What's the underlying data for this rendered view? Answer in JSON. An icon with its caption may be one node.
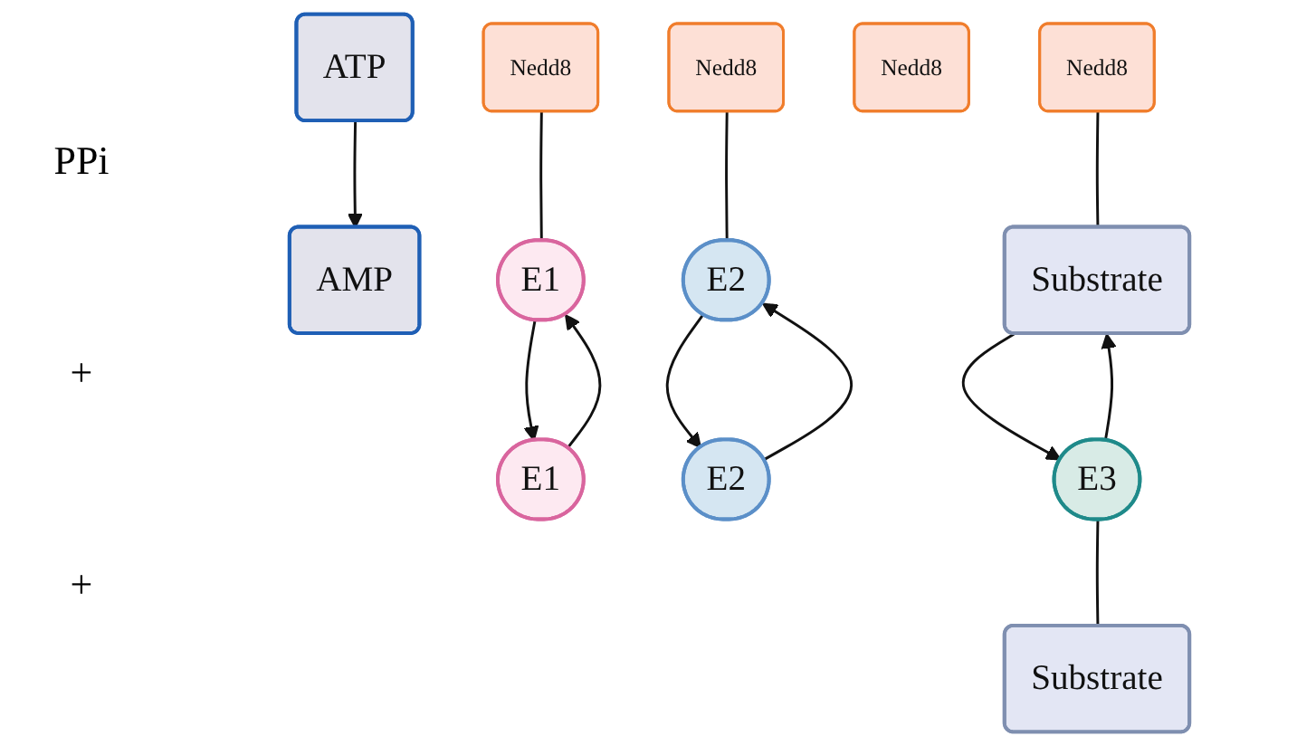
{
  "diagram": {
    "nodes": [
      {
        "text": [
          "Nedd8"
        ]
      },
      {
        "text": [
          "Nedd8"
        ]
      },
      {
        "text": [
          "Nedd8"
        ]
      },
      {
        "text": [
          "AMP"
        ]
      },
      {
        "text": [
          "E1"
        ]
      },
      {
        "text": [
          "E2"
        ]
      },
      {
        "text": [
          "Substrate"
        ]
      },
      {
        "text": [
          "Nedd8"
        ]
      },
      {
        "text": [
          "ATP"
        ]
      },
      {
        "text": [
          "E1"
        ]
      },
      {
        "text": [
          "E2"
        ]
      },
      {
        "text": [
          "E3"
        ]
      },
      {
        "text": [
          "Substrate"
        ]
      }
    ],
    "edges": [
      {
        "from": 0,
        "to": 4,
        "arrow": "none"
      },
      {
        "from": 1,
        "to": 5,
        "arrow": "none"
      },
      {
        "from": 2,
        "to": 6,
        "arrow": "none"
      },
      {
        "from": 8,
        "to": 3,
        "arrow": "to"
      },
      {
        "from": 4,
        "to": 9,
        "arrow": "to"
      },
      {
        "from": 9,
        "to": 4,
        "arrow": "to"
      },
      {
        "from": 5,
        "to": 10,
        "arrow": "to"
      },
      {
        "from": 10,
        "to": 5,
        "arrow": "to"
      },
      {
        "from": 6,
        "to": 11,
        "arrow": "to"
      },
      {
        "from": 11,
        "to": 6,
        "arrow": "to"
      },
      {
        "from": 11,
        "to": 12,
        "arrow": "none"
      }
    ],
    "labels": [
      "PPi",
      "+",
      "+"
    ]
  }
}
